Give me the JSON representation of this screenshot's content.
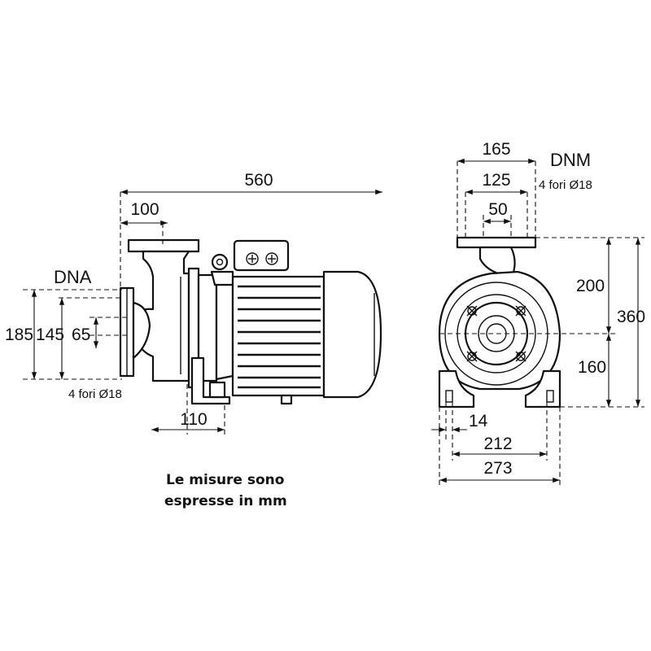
{
  "side_view": {
    "dim_length": "560",
    "dim_flange_offset": "100",
    "dim_foot": "110",
    "dim_h_outer": "185",
    "dim_h_mid": "145",
    "dim_h_inner": "65",
    "inlet_label": "DNA",
    "inlet_holes": "4 fori Ø18"
  },
  "front_view": {
    "dim_width_top": "165",
    "dim_width_mid": "125",
    "dim_width_inner": "50",
    "outlet_label": "DNM",
    "outlet_holes": "4 fori Ø18",
    "dim_upper": "200",
    "dim_total": "360",
    "dim_lower": "160",
    "dim_foot_slot": "14",
    "dim_base_inner": "212",
    "dim_base_outer": "273"
  },
  "caption": {
    "line1": "Le misure sono",
    "line2": "espresse in mm"
  }
}
